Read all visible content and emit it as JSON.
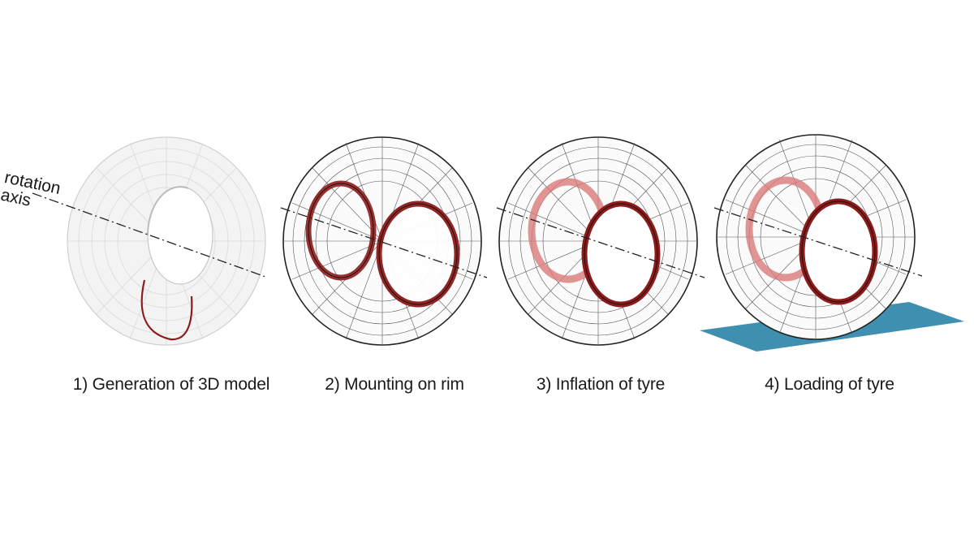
{
  "axis_label_line1": "rotation",
  "axis_label_line2": "axis",
  "steps": [
    {
      "caption": "1) Generation of 3D model"
    },
    {
      "caption": "2) Mounting on rim"
    },
    {
      "caption": "3) Inflation of tyre"
    },
    {
      "caption": "4) Loading of tyre"
    }
  ],
  "colors": {
    "mesh_dark": "#2a2a2a",
    "mesh_light": "#c9c9c9",
    "rim_red": "#8b1c1c",
    "rim_glow": "#d97a7a",
    "ground_blue": "#3f8fb0"
  }
}
